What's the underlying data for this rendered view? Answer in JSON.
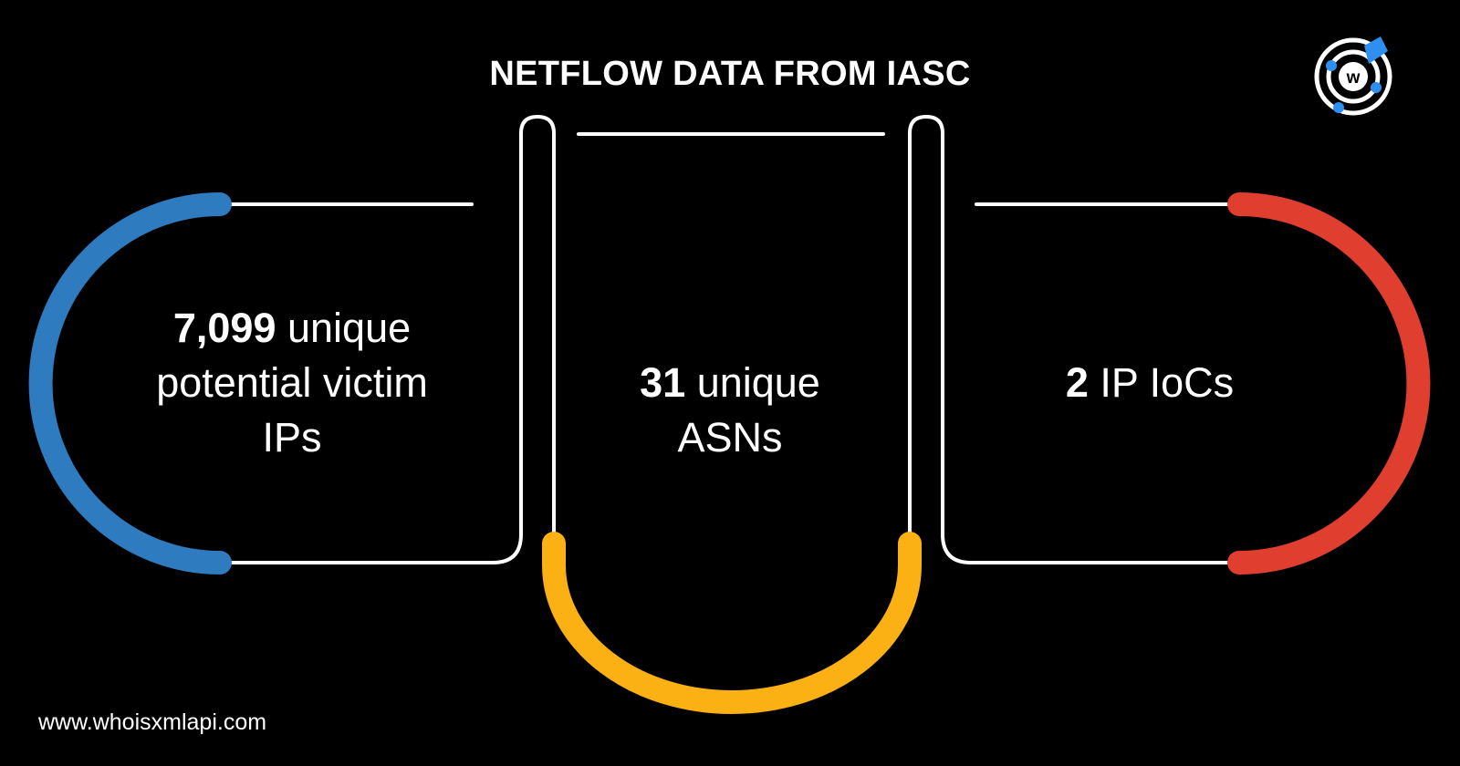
{
  "header": {
    "title": "NETFLOW DATA FROM IASC"
  },
  "stats": [
    {
      "number": "7,099",
      "text": "unique potential victim IPs",
      "line1_rest": " unique",
      "line2": "potential victim",
      "line3": "IPs",
      "color": "#2f7bbf"
    },
    {
      "number": "31",
      "line1_rest": " unique",
      "line2": "ASNs",
      "color": "#fbb013"
    },
    {
      "number": "2",
      "line1_rest": " IP IoCs",
      "color": "#e03e2f"
    }
  ],
  "footer": {
    "url": "www.whoisxmlapi.com"
  },
  "logo": {
    "icon": "whoisxmlapi-logo-icon",
    "letter": "W",
    "accent": "#2f8ff0"
  },
  "colors": {
    "background": "#000000",
    "line": "#ffffff"
  }
}
